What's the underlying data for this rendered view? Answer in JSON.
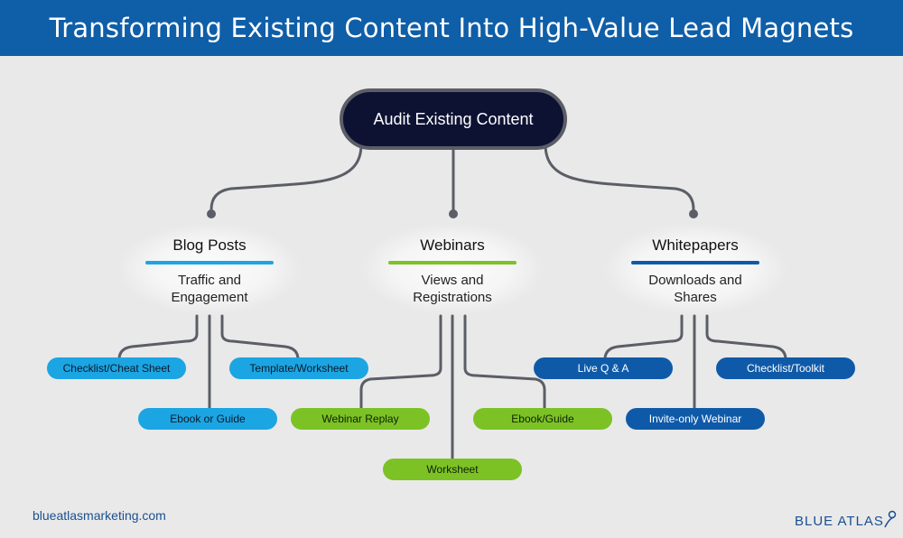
{
  "header": {
    "title": "Transforming Existing Content Into High-Value Lead Magnets"
  },
  "root": {
    "label": "Audit Existing Content"
  },
  "categories": [
    {
      "title": "Blog Posts",
      "metric": "Traffic and\nEngagement",
      "color": "#1ba5e3",
      "items": [
        "Checklist/Cheat Sheet",
        "Template/Worksheet",
        "Ebook or Guide"
      ]
    },
    {
      "title": "Webinars",
      "metric": "Views and\nRegistrations",
      "color": "#7cc225",
      "items": [
        "Webinar Replay",
        "Ebook/Guide",
        "Worksheet"
      ]
    },
    {
      "title": "Whitepapers",
      "metric": "Downloads and\nShares",
      "color": "#0f5aa8",
      "items": [
        "Live Q & A",
        "Checklist/Toolkit",
        "Invite-only Webinar"
      ]
    }
  ],
  "footer": {
    "url": "blueatlasmarketing.com",
    "logo_text": "BLUE ATLAS"
  },
  "colors": {
    "header": "#0f5ea8",
    "root_fill": "#0d1233",
    "connector": "#5b5e66"
  }
}
